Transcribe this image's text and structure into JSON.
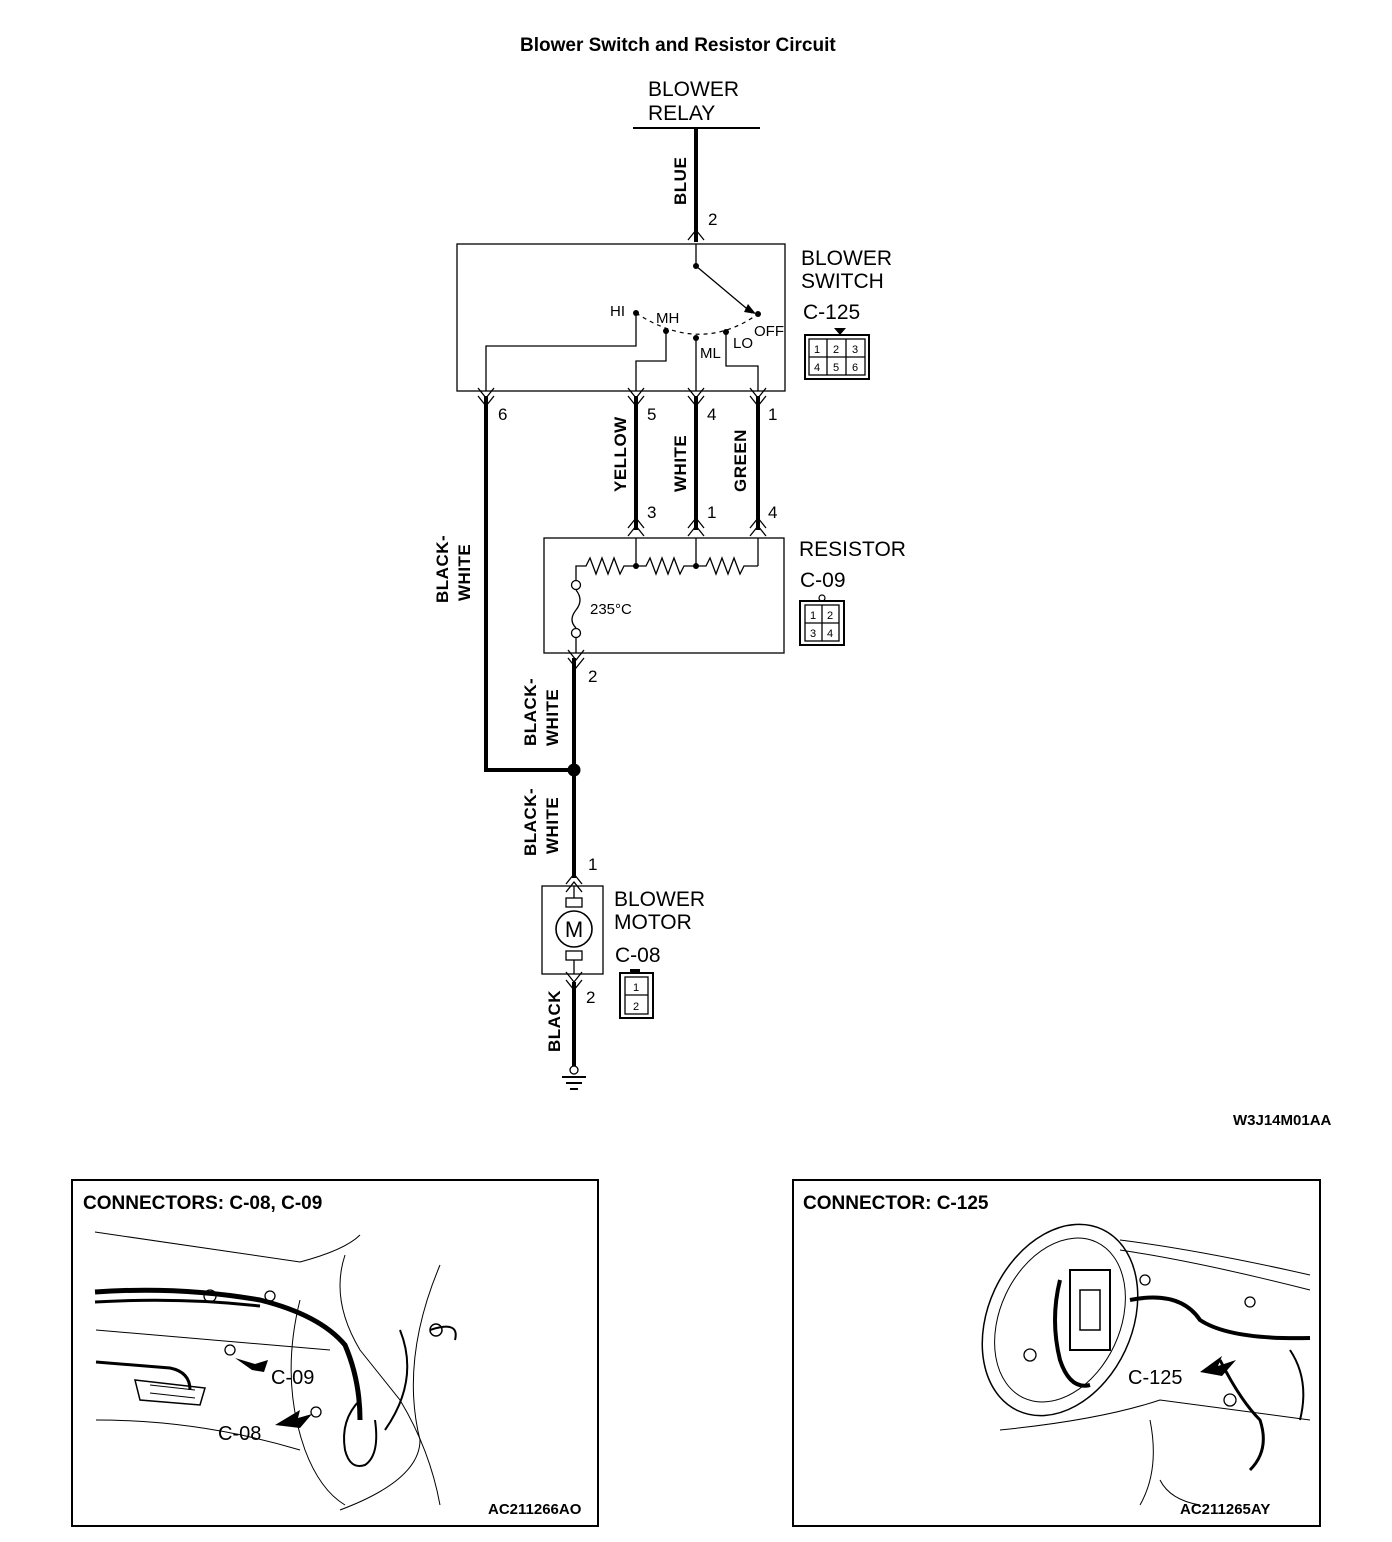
{
  "title": "Blower Switch and Resistor Circuit",
  "components": {
    "blower_relay": {
      "line1": "BLOWER",
      "line2": "RELAY"
    },
    "blower_switch": {
      "line1": "BLOWER",
      "line2": "SWITCH",
      "connector": "C-125",
      "positions": {
        "hi": "HI",
        "mh": "MH",
        "ml": "ML",
        "lo": "LO",
        "off": "OFF"
      },
      "pins": [
        "1",
        "2",
        "3",
        "4",
        "5",
        "6"
      ]
    },
    "resistor": {
      "label": "RESISTOR",
      "connector": "C-09",
      "fuse_temp": "235°C",
      "pins": [
        "1",
        "2",
        "3",
        "4"
      ]
    },
    "blower_motor": {
      "line1": "BLOWER",
      "line2": "MOTOR",
      "connector": "C-08",
      "symbol": "M",
      "pins": [
        "1",
        "2"
      ]
    }
  },
  "wires": {
    "blue": "BLUE",
    "yellow": "YELLOW",
    "white": "WHITE",
    "green": "GREEN",
    "black_white": "BLACK-WHITE",
    "black_white_line1": "BLACK-",
    "black_white_line2": "WHITE",
    "black": "BLACK"
  },
  "pin_labels": {
    "relay_to_switch": "2",
    "switch_6": "6",
    "switch_5": "5",
    "switch_4": "4",
    "switch_1": "1",
    "resistor_3": "3",
    "resistor_1": "1",
    "resistor_4": "4",
    "resistor_2": "2",
    "motor_1": "1",
    "motor_2": "2"
  },
  "diagram_code": "W3J14M01AA",
  "panels": [
    {
      "title": "CONNECTORS: C-08, C-09",
      "callouts": [
        "C-09",
        "C-08"
      ],
      "code": "AC211266AO"
    },
    {
      "title": "CONNECTOR: C-125",
      "callouts": [
        "C-125"
      ],
      "code": "AC211265AY"
    }
  ],
  "icons": {
    "ground": "ground-icon",
    "motor": "motor-icon",
    "resistor": "resistor-icon",
    "fuse": "thermal-fuse-icon",
    "arrow": "arrow-icon",
    "connector": "connector-icon"
  }
}
